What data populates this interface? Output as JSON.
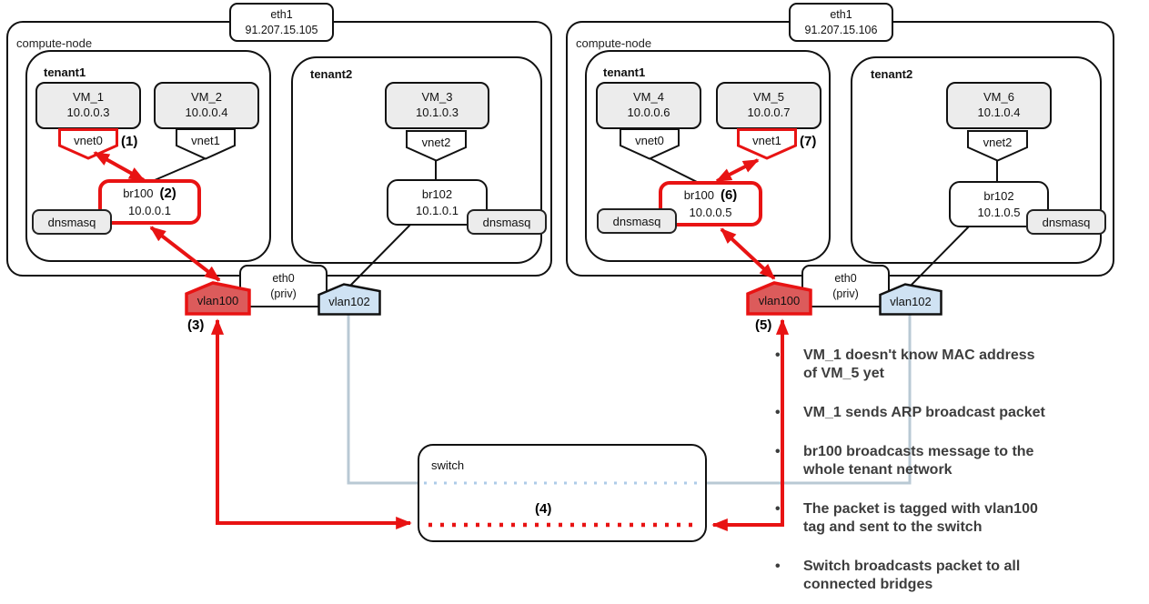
{
  "colors": {
    "red": "#e81313",
    "vlan100_fill": "#dc5b5b",
    "vlan102_fill": "#cfe2f3",
    "solid_blue_line": "#b9c9d4",
    "dotted_blue_line": "#aecbe8",
    "box_gray_fill": "#ececec",
    "note_text": "#3d3d3d"
  },
  "nodes": [
    {
      "label": "compute-node",
      "eth1": {
        "name": "eth1",
        "ip": "91.207.15.105"
      },
      "tenant1": {
        "label": "tenant1",
        "vm_a": {
          "name": "VM_1",
          "ip": "10.0.0.3"
        },
        "vm_b": {
          "name": "VM_2",
          "ip": "10.0.0.4"
        },
        "vnet_a": "vnet0",
        "vnet_b": "vnet1",
        "bridge": {
          "name": "br100",
          "ip": "10.0.0.1"
        },
        "dnsmasq": "dnsmasq"
      },
      "tenant2": {
        "label": "tenant2",
        "vm": {
          "name": "VM_3",
          "ip": "10.1.0.3"
        },
        "vnet": "vnet2",
        "bridge": {
          "name": "br102",
          "ip": "10.1.0.1"
        },
        "dnsmasq": "dnsmasq"
      },
      "eth0": {
        "name": "eth0",
        "sub": "(priv)"
      },
      "vlan_a": "vlan100",
      "vlan_b": "vlan102"
    },
    {
      "label": "compute-node",
      "eth1": {
        "name": "eth1",
        "ip": "91.207.15.106"
      },
      "tenant1": {
        "label": "tenant1",
        "vm_a": {
          "name": "VM_4",
          "ip": "10.0.0.6"
        },
        "vm_b": {
          "name": "VM_5",
          "ip": "10.0.0.7"
        },
        "vnet_a": "vnet0",
        "vnet_b": "vnet1",
        "bridge": {
          "name": "br100",
          "ip": "10.0.0.5"
        },
        "dnsmasq": "dnsmasq"
      },
      "tenant2": {
        "label": "tenant2",
        "vm": {
          "name": "VM_6",
          "ip": "10.1.0.4"
        },
        "vnet": "vnet2",
        "bridge": {
          "name": "br102",
          "ip": "10.1.0.5"
        },
        "dnsmasq": "dnsmasq"
      },
      "eth0": {
        "name": "eth0",
        "sub": "(priv)"
      },
      "vlan_a": "vlan100",
      "vlan_b": "vlan102"
    }
  ],
  "switch": {
    "label": "switch"
  },
  "steps": {
    "s1": "(1)",
    "s2": "(2)",
    "s3": "(3)",
    "s4": "(4)",
    "s5": "(5)",
    "s6": "(6)",
    "s7": "(7)"
  },
  "notes": {
    "bullet": "•",
    "items": [
      "VM_1 doesn't know MAC address\nof VM_5 yet",
      "VM_1 sends ARP broadcast packet",
      "br100 broadcasts message to the\nwhole tenant network",
      "The packet is tagged with vlan100\ntag and sent to the switch",
      "Switch broadcasts packet to all\nconnected bridges"
    ]
  }
}
